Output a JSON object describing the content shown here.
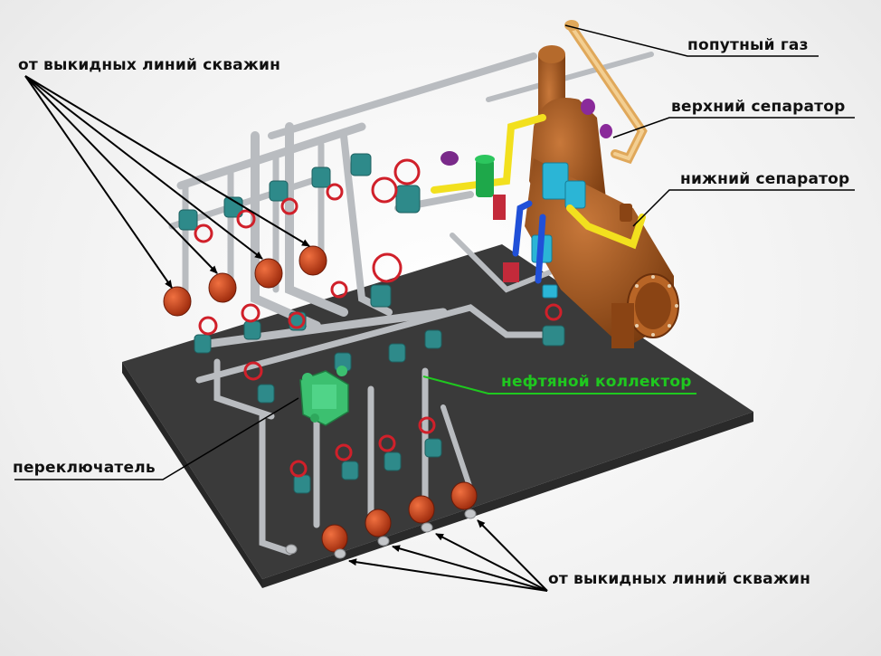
{
  "labels": {
    "flowlines_top": "от выкидных линий скважин",
    "associated_gas": "попутный газ",
    "upper_separator": "верхний сепаратор",
    "lower_separator": "нижний сепаратор",
    "oil_collector": "нефтяной коллектор",
    "switch": "переключатель",
    "flowlines_bottom": "от выкидных линий скважин"
  },
  "colors": {
    "skid": "#3a3a3a",
    "pipe": "#b9bcc0",
    "valve_body": "#2e8a8a",
    "valve_wheel": "#d0202a",
    "actuator": "#c8401a",
    "separator": "#a5561c",
    "gas_pipe": "#e0a85a",
    "yellow_pipe": "#f2e01e",
    "blue_pipe": "#2050d8",
    "collector": "#3cc070",
    "green_label": "#1fc81f"
  }
}
